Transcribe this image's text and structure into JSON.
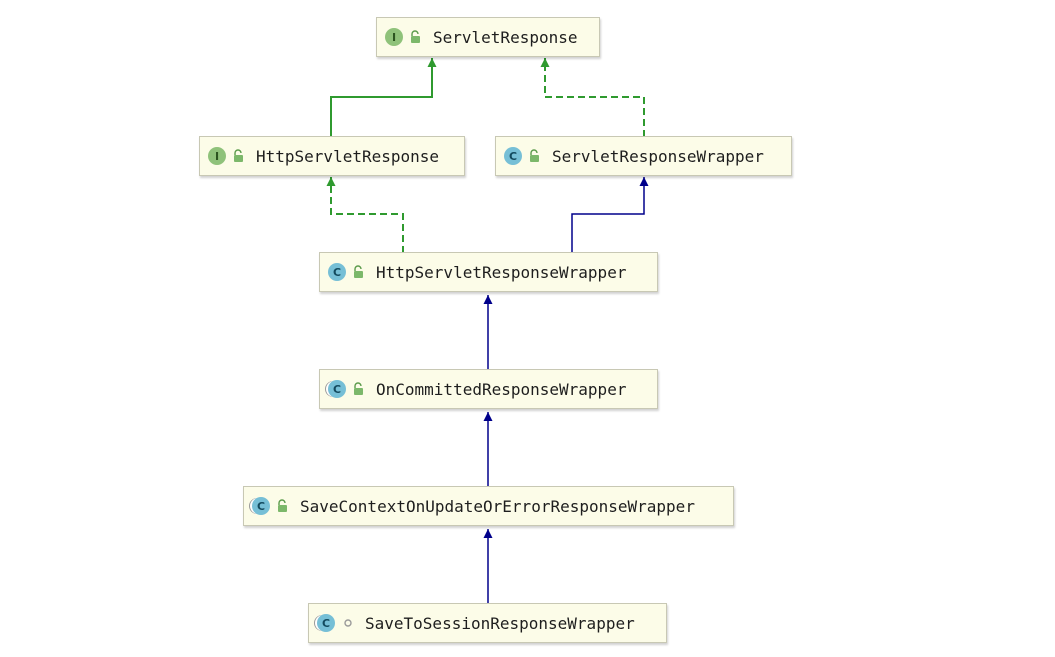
{
  "nodes": {
    "servlet_response": {
      "label": "ServletResponse",
      "kind": "I"
    },
    "http_servlet_response": {
      "label": "HttpServletResponse",
      "kind": "I"
    },
    "servlet_response_wrapper": {
      "label": "ServletResponseWrapper",
      "kind": "C"
    },
    "http_servlet_response_wrapper": {
      "label": "HttpServletResponseWrapper",
      "kind": "C"
    },
    "on_committed_response_wrapper": {
      "label": "OnCommittedResponseWrapper",
      "kind": "C"
    },
    "save_context_wrapper": {
      "label": "SaveContextOnUpdateOrErrorResponseWrapper",
      "kind": "C"
    },
    "save_to_session_wrapper": {
      "label": "SaveToSessionResponseWrapper",
      "kind": "C"
    }
  },
  "colors": {
    "implements_edge": "#2f9a2f",
    "extends_edge": "#00008b",
    "interface_badge": "#8fc27a",
    "class_badge": "#76bfd6",
    "node_fill": "#fcfce8"
  }
}
